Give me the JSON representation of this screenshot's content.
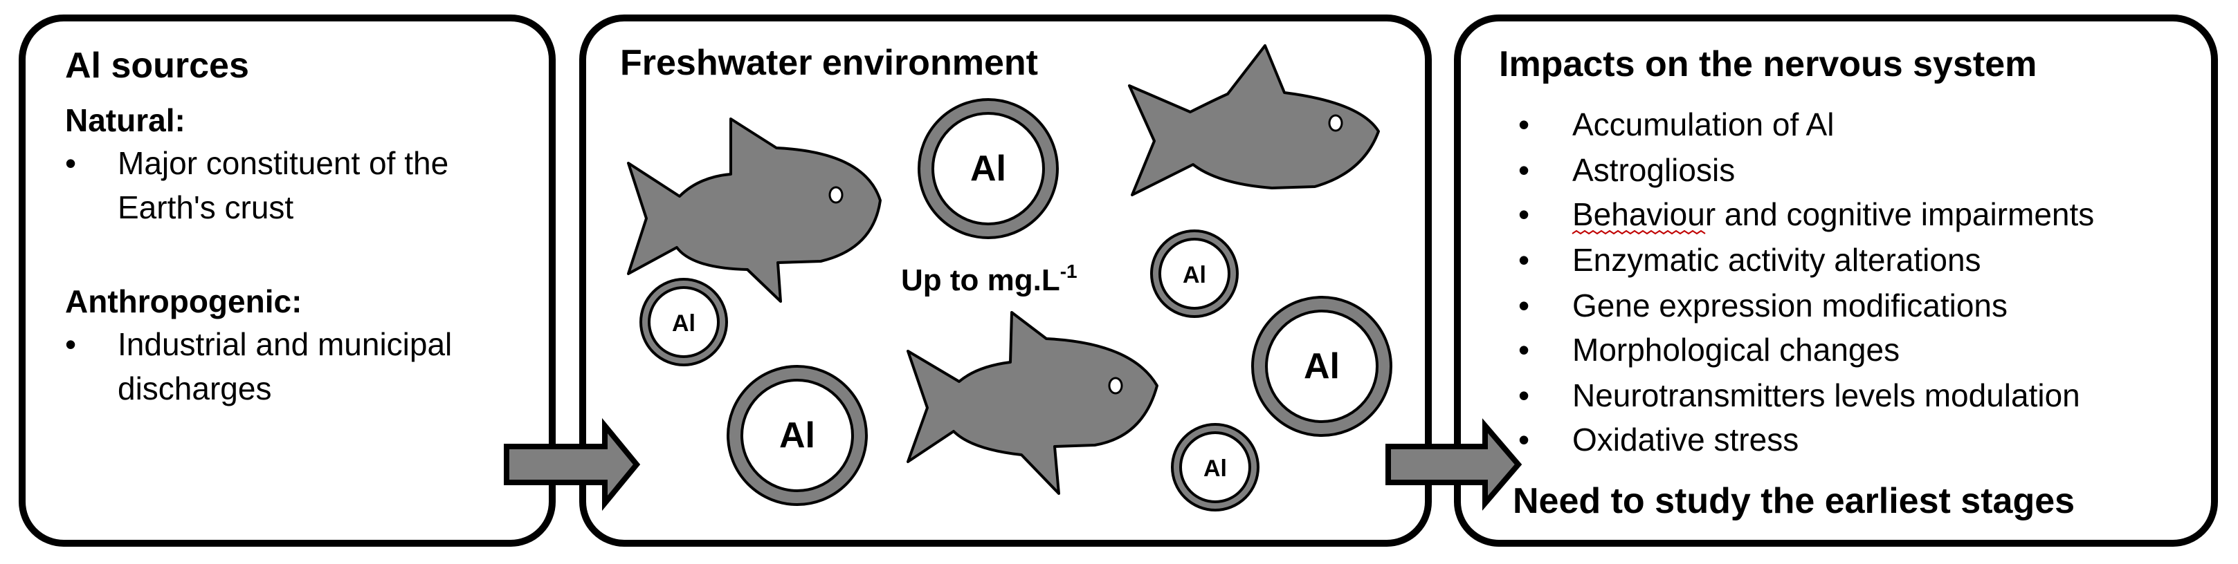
{
  "sources_panel": {
    "title": "Al sources",
    "natural_label": "Natural:",
    "natural_items": [
      "Major constituent of the",
      "Earth's crust"
    ],
    "anthropogenic_label": "Anthropogenic:",
    "anthropogenic_items": [
      "Industrial and municipal",
      "discharges"
    ]
  },
  "environment_panel": {
    "title": "Freshwater environment",
    "concentration": "Up to mg.L",
    "concentration_exponent": "-1",
    "particle_label": "Al"
  },
  "impacts_panel": {
    "title": "Impacts on the nervous system",
    "items": [
      "Accumulation of Al",
      "Astrogliosis",
      "Behaviour and cognitive impairments",
      "Enzymatic activity alterations",
      "Gene expression modifications",
      "Morphological changes",
      "Neurotransmitters levels modulation",
      "Oxidative stress"
    ],
    "conclusion": "Need to study the earliest stages"
  },
  "bullet": "•",
  "colors": {
    "fill_gray": "#7f7f7f",
    "outline": "#000000",
    "background": "#ffffff"
  }
}
